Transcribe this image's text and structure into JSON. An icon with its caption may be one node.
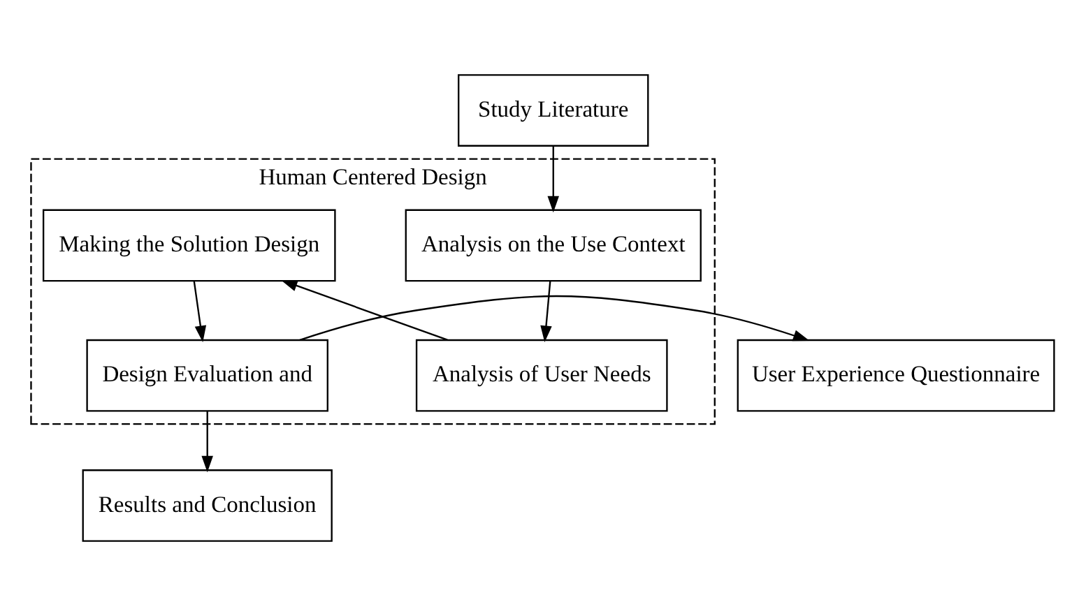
{
  "diagram": {
    "nodes": [
      {
        "text": [
          "Human Centered Design"
        ]
      },
      {
        "text": [
          "Study Literature"
        ]
      },
      {
        "text": [
          "Analysis on the Use Context"
        ],
        "in": 0
      },
      {
        "text": [
          "Analysis of User Needs"
        ],
        "in": 0
      },
      {
        "text": [
          "Making the Solution Design"
        ],
        "in": 0
      },
      {
        "text": [
          "Design Evaluation and"
        ],
        "in": 0
      },
      {
        "text": [
          "User Experience Questionnaire"
        ]
      },
      {
        "text": [
          "Results and Conclusion"
        ]
      }
    ],
    "edges": [
      {
        "from": 1,
        "to": 2,
        "arrow": "to"
      },
      {
        "from": 2,
        "to": 3,
        "arrow": "to"
      },
      {
        "from": 3,
        "to": 4,
        "arrow": "to"
      },
      {
        "from": 4,
        "to": 5,
        "arrow": "to"
      },
      {
        "from": 5,
        "to": 6,
        "arrow": "to"
      },
      {
        "from": 5,
        "to": 7,
        "arrow": "to"
      }
    ]
  }
}
